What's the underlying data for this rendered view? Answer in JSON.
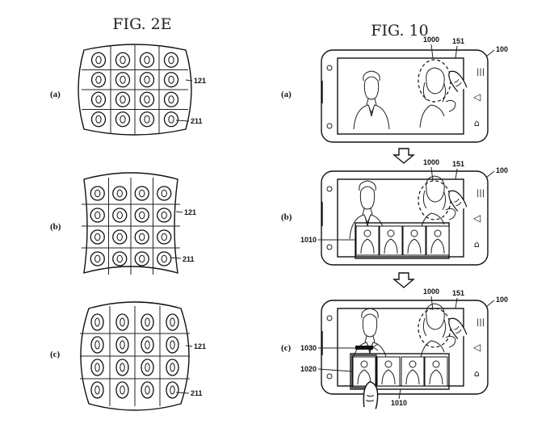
{
  "figures": [
    {
      "title": "FIG. 2E",
      "panels": [
        {
          "label": "(a)",
          "grid_ref": "121",
          "lens_ref": "211",
          "distortion": "barrel",
          "rows": 4,
          "cols": 4
        },
        {
          "label": "(b)",
          "grid_ref": "121",
          "lens_ref": "211",
          "distortion": "pincushion",
          "rows": 4,
          "cols": 4
        },
        {
          "label": "(c)",
          "grid_ref": "121",
          "lens_ref": "211",
          "distortion": "barrel-strong",
          "rows": 4,
          "cols": 4
        }
      ]
    },
    {
      "title": "FIG. 10",
      "panels": [
        {
          "label": "(a)",
          "refs": [
            "1000",
            "151",
            "100"
          ]
        },
        {
          "label": "(b)",
          "refs": [
            "1000",
            "151",
            "100",
            "1010"
          ]
        },
        {
          "label": "(c)",
          "refs": [
            "1000",
            "151",
            "100",
            "1030",
            "1020",
            "1010"
          ]
        }
      ]
    }
  ]
}
